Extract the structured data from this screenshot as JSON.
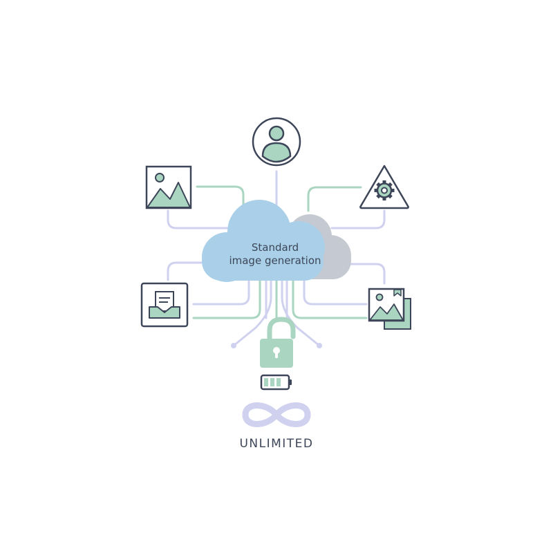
{
  "center": {
    "line1": "Standard",
    "line2": "image generation"
  },
  "footer": {
    "label": "UNLIMITED"
  },
  "icons": [
    "user-icon",
    "image-icon",
    "gear-warning-icon",
    "document-inbox-icon",
    "photo-stack-icon",
    "unlocked-padlock-icon",
    "battery-icon",
    "infinity-icon"
  ],
  "colors": {
    "cloud_main": "#a9d0e8",
    "cloud_back": "#c5c9d1",
    "green": "#a9d5c1",
    "lavender": "#cfd1ef",
    "outline": "#3d4658"
  }
}
